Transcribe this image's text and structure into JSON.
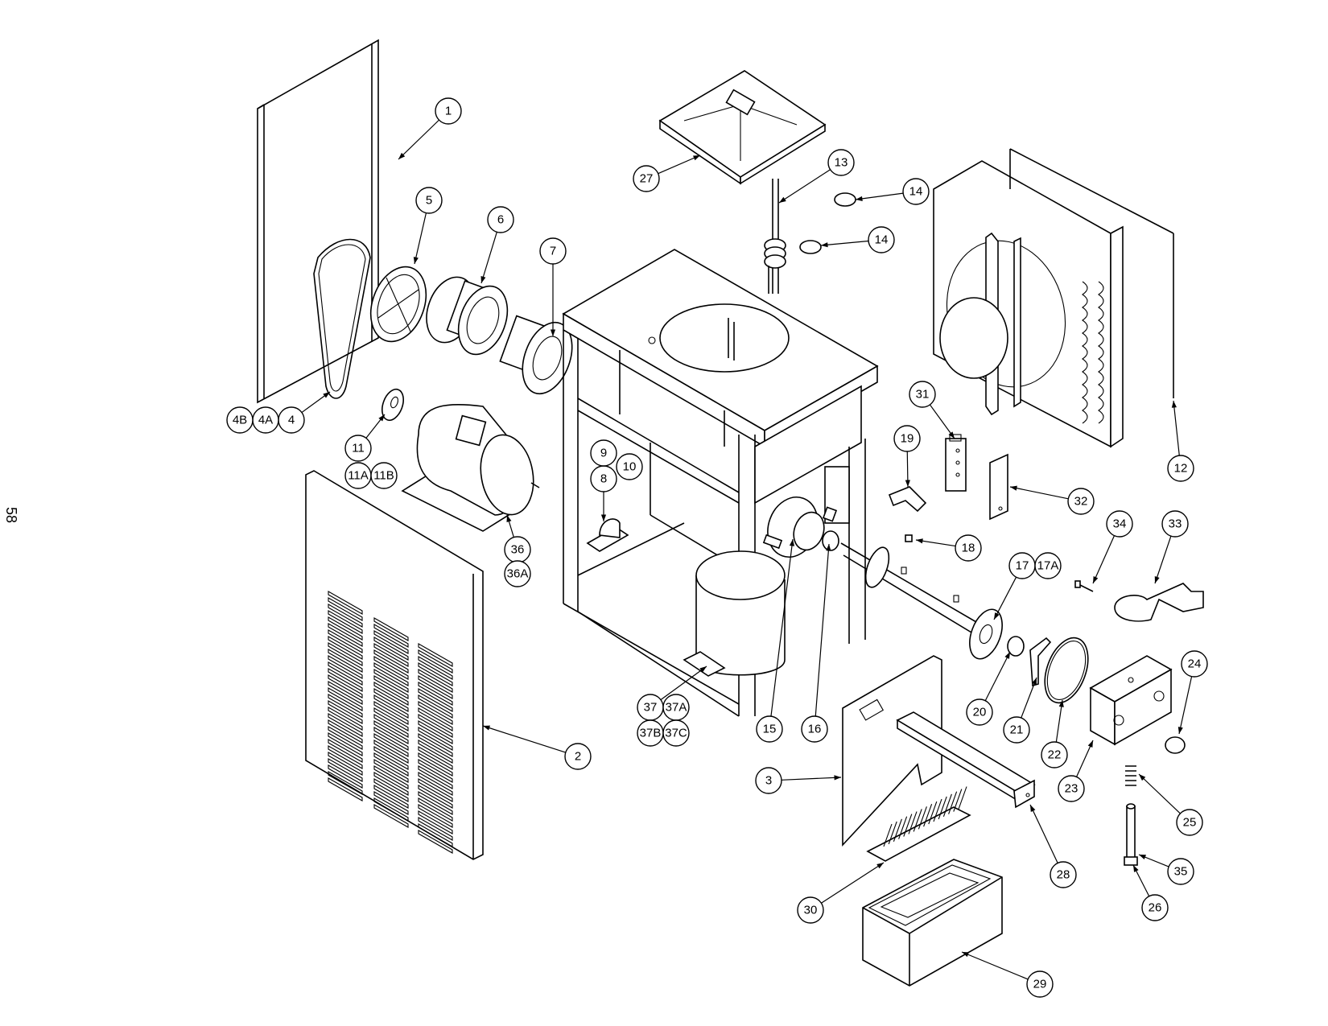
{
  "page_number": "58",
  "callouts": [
    {
      "id": "c1",
      "label": "1"
    },
    {
      "id": "c2",
      "label": "2"
    },
    {
      "id": "c3",
      "label": "3"
    },
    {
      "id": "c4",
      "label": "4"
    },
    {
      "id": "c4a",
      "label": "4A"
    },
    {
      "id": "c4b",
      "label": "4B"
    },
    {
      "id": "c5",
      "label": "5"
    },
    {
      "id": "c6",
      "label": "6"
    },
    {
      "id": "c7",
      "label": "7"
    },
    {
      "id": "c8",
      "label": "8"
    },
    {
      "id": "c9",
      "label": "9"
    },
    {
      "id": "c10",
      "label": "10"
    },
    {
      "id": "c11",
      "label": "11"
    },
    {
      "id": "c11a",
      "label": "11A"
    },
    {
      "id": "c11b",
      "label": "11B"
    },
    {
      "id": "c12",
      "label": "12"
    },
    {
      "id": "c13",
      "label": "13"
    },
    {
      "id": "c14a",
      "label": "14"
    },
    {
      "id": "c14b",
      "label": "14"
    },
    {
      "id": "c15",
      "label": "15"
    },
    {
      "id": "c16",
      "label": "16"
    },
    {
      "id": "c17",
      "label": "17"
    },
    {
      "id": "c17a",
      "label": "17A"
    },
    {
      "id": "c18",
      "label": "18"
    },
    {
      "id": "c19",
      "label": "19"
    },
    {
      "id": "c20",
      "label": "20"
    },
    {
      "id": "c21",
      "label": "21"
    },
    {
      "id": "c22",
      "label": "22"
    },
    {
      "id": "c23",
      "label": "23"
    },
    {
      "id": "c24",
      "label": "24"
    },
    {
      "id": "c25",
      "label": "25"
    },
    {
      "id": "c26",
      "label": "26"
    },
    {
      "id": "c27",
      "label": "27"
    },
    {
      "id": "c28",
      "label": "28"
    },
    {
      "id": "c29",
      "label": "29"
    },
    {
      "id": "c30",
      "label": "30"
    },
    {
      "id": "c31",
      "label": "31"
    },
    {
      "id": "c32",
      "label": "32"
    },
    {
      "id": "c33",
      "label": "33"
    },
    {
      "id": "c34",
      "label": "34"
    },
    {
      "id": "c35",
      "label": "35"
    },
    {
      "id": "c36",
      "label": "36"
    },
    {
      "id": "c36a",
      "label": "36A"
    },
    {
      "id": "c37",
      "label": "37"
    },
    {
      "id": "c37a",
      "label": "37A"
    },
    {
      "id": "c37b",
      "label": "37B"
    },
    {
      "id": "c37c",
      "label": "37C"
    }
  ]
}
